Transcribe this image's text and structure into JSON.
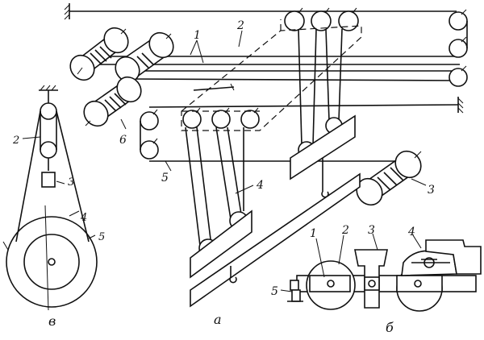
{
  "labels": {
    "main": {
      "n1": "1",
      "n2": "2",
      "n3": "3",
      "n4": "4",
      "n5": "5",
      "n6": "6",
      "caption": "а"
    },
    "detail_b": {
      "n1": "1",
      "n2": "2",
      "n3": "3",
      "n4": "4",
      "n5": "5",
      "caption": "б"
    },
    "detail_v": {
      "n2": "2",
      "n3": "3",
      "n4": "4",
      "n5": "5",
      "caption": "в"
    }
  }
}
